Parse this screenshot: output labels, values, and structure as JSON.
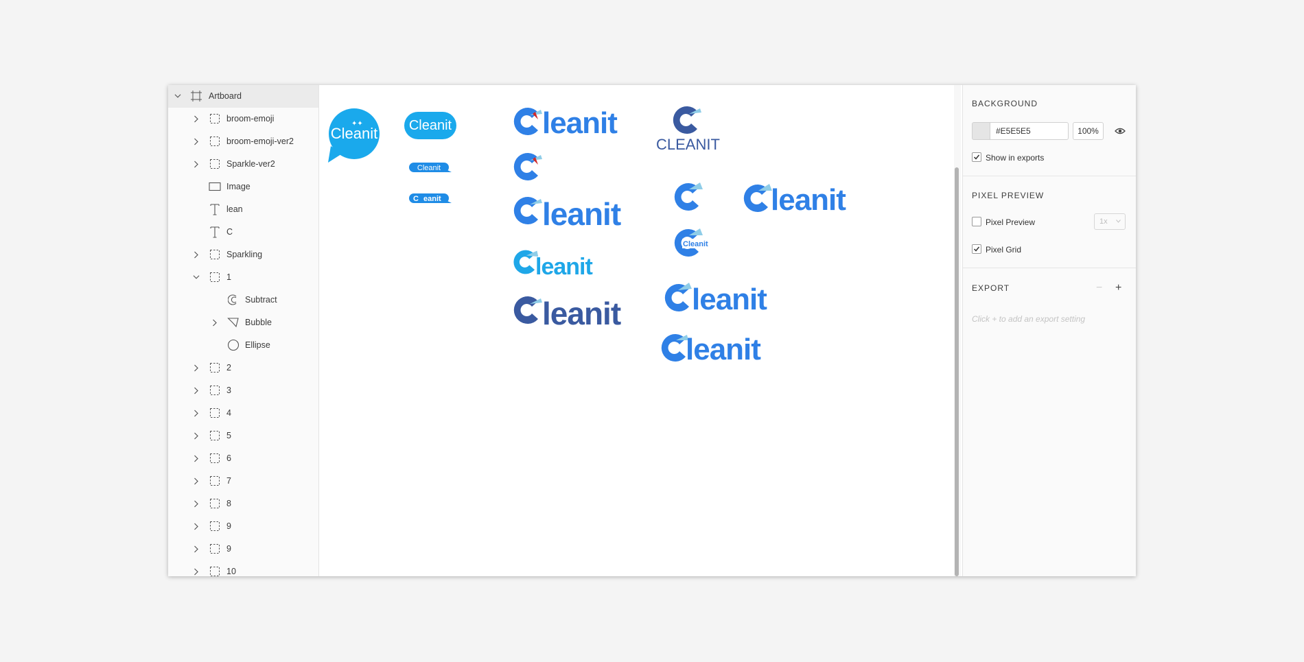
{
  "layers": [
    {
      "name": "Artboard",
      "type": "artboard",
      "depth": 0,
      "chevron": "down",
      "selected": true
    },
    {
      "name": "broom-emoji",
      "type": "group",
      "depth": 1,
      "chevron": "right"
    },
    {
      "name": "broom-emoji-ver2",
      "type": "group",
      "depth": 1,
      "chevron": "right"
    },
    {
      "name": "Sparkle-ver2",
      "type": "group",
      "depth": 1,
      "chevron": "right"
    },
    {
      "name": "Image",
      "type": "rect",
      "depth": 1,
      "chevron": "none"
    },
    {
      "name": "lean",
      "type": "text",
      "depth": 1,
      "chevron": "none"
    },
    {
      "name": "C",
      "type": "text",
      "depth": 1,
      "chevron": "none"
    },
    {
      "name": "Sparkling",
      "type": "group",
      "depth": 1,
      "chevron": "right"
    },
    {
      "name": "1",
      "type": "group",
      "depth": 1,
      "chevron": "down"
    },
    {
      "name": "Subtract",
      "type": "subtract",
      "depth": 2,
      "chevron": "none"
    },
    {
      "name": "Bubble",
      "type": "path",
      "depth": 2,
      "chevron": "right"
    },
    {
      "name": "Ellipse",
      "type": "ellipse",
      "depth": 2,
      "chevron": "none"
    },
    {
      "name": "2",
      "type": "group",
      "depth": 1,
      "chevron": "right"
    },
    {
      "name": "3",
      "type": "group",
      "depth": 1,
      "chevron": "right"
    },
    {
      "name": "4",
      "type": "group",
      "depth": 1,
      "chevron": "right"
    },
    {
      "name": "5",
      "type": "group",
      "depth": 1,
      "chevron": "right"
    },
    {
      "name": "6",
      "type": "group",
      "depth": 1,
      "chevron": "right"
    },
    {
      "name": "7",
      "type": "group",
      "depth": 1,
      "chevron": "right"
    },
    {
      "name": "8",
      "type": "group",
      "depth": 1,
      "chevron": "right"
    },
    {
      "name": "9",
      "type": "group",
      "depth": 1,
      "chevron": "right"
    },
    {
      "name": "9",
      "type": "group",
      "depth": 1,
      "chevron": "right"
    },
    {
      "name": "10",
      "type": "group",
      "depth": 1,
      "chevron": "right"
    }
  ],
  "canvas": {
    "logo_text_main": "leanit",
    "logo_text_full": "Cleanit",
    "logo_text_caps": "CLEANIT",
    "logo_text_bubble_small": "Cleanit",
    "logo_text_bubble_c": "C",
    "logo_text_bubble_rest": "eanit",
    "colors": {
      "bright_blue": "#2f80e6",
      "cyan": "#1fa7e8",
      "dark_blue": "#3a5aa0",
      "bubble_blue": "#1aa9ec",
      "pill_blue": "#1f8ce6",
      "light_blue": "#8fcde8",
      "red_accent": "#d02a2a"
    }
  },
  "inspector": {
    "background": {
      "title": "BACKGROUND",
      "hex": "#E5E5E5",
      "opacity": "100%",
      "show_in_exports_label": "Show in exports",
      "show_in_exports": true
    },
    "pixel_preview": {
      "title": "PIXEL PREVIEW",
      "pixel_preview_label": "Pixel Preview",
      "pixel_preview_checked": false,
      "scale": "1x",
      "pixel_grid_label": "Pixel Grid",
      "pixel_grid_checked": true
    },
    "export": {
      "title": "EXPORT",
      "minus": "−",
      "plus": "+",
      "hint": "Click + to add an export setting"
    }
  }
}
